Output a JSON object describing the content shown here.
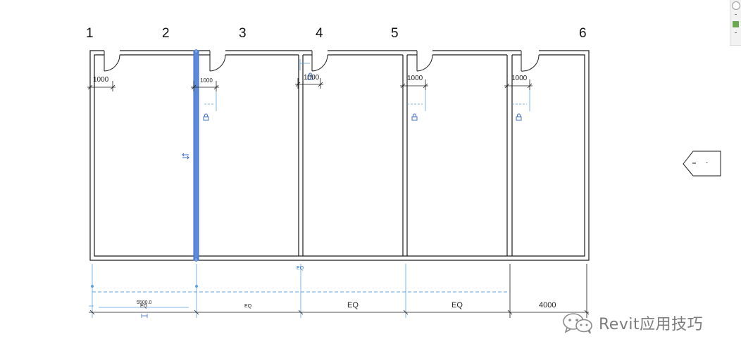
{
  "grid_numbers": [
    "1",
    "2",
    "3",
    "4",
    "5",
    "6"
  ],
  "door_dimensions": [
    "1000",
    "1000",
    "1000",
    "1000",
    "1000"
  ],
  "bottom_dimensions": {
    "segment_1": "5500.0",
    "segment_1_eq": "EQ",
    "segment_2": "EQ",
    "segment_3": "EQ",
    "segment_4": "EQ",
    "segment_5": "4000",
    "middle_eq_label": "EQ"
  },
  "elevation_marker": {
    "label": "-"
  },
  "watermark": {
    "text": "Revit应用技巧"
  },
  "colors": {
    "wall": "#1a1a1a",
    "selection": "#4a7bd0",
    "dimension": "#1a1a1a",
    "dashed_reference": "#5aa3e0",
    "watermark": "#7c7c7c"
  },
  "icons": [
    "lock-icon",
    "flip-arrows-icon",
    "zoom-icon",
    "pan-icon",
    "elevation-arrow-icon",
    "wechat-icon"
  ]
}
